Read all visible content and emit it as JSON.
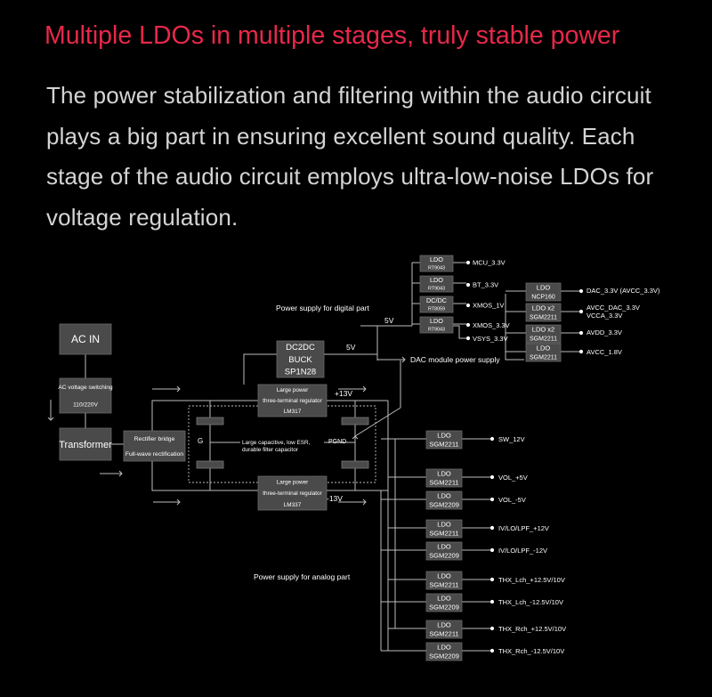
{
  "colors": {
    "accent": "#e8284a",
    "background": "#000000",
    "body_text": "#d4d4d4",
    "box_fill": "#4a4a4a",
    "line": "#bdbdbd"
  },
  "heading": "Multiple LDOs in multiple stages, truly stable power",
  "paragraph": "The power stabilization and filtering within the audio circuit plays a big part in ensuring excellent sound quality. Each stage of the audio circuit employs ultra-low-noise LDOs for voltage regulation.",
  "diagram": {
    "ac_in": "AC IN",
    "ac_switch": [
      "AC voltage switching",
      "110/220V"
    ],
    "transformer": "Transformer",
    "rectifier": [
      "Rectifier bridge",
      "Full-wave rectification"
    ],
    "reg_top": [
      "Large power",
      "three-terminal regulator",
      "LM317"
    ],
    "reg_bottom": [
      "Large power",
      "three-terminal regulator",
      "LM337"
    ],
    "plus13": "+13V",
    "minus13": "-13V",
    "g_label": "G",
    "pgnd_label": "PGND",
    "capacitor": [
      "Large capacitive, low ESR,",
      "durable filter capacitor"
    ],
    "dcdc": [
      "DC2DC",
      "BUCK",
      "SP1N28"
    ],
    "v5_a": "5V",
    "v5_b": "5V",
    "digital_label": "Power supply for digital part",
    "dac_module_label": "DAC module power supply",
    "analog_label": "Power supply for analog part",
    "digital": [
      {
        "top": "LDO",
        "bottom": "RT9043",
        "outputs": [
          "MCU_3.3V"
        ]
      },
      {
        "top": "LDO",
        "bottom": "RT9043",
        "outputs": [
          "BT_3.3V"
        ]
      },
      {
        "top": "DC/DC",
        "bottom": "RT8059",
        "outputs": [
          "XMOS_1V"
        ]
      },
      {
        "top": "LDO",
        "bottom": "RT9043",
        "outputs": [
          "XMOS_3.3V",
          "VSYS_3.3V"
        ]
      }
    ],
    "dac": [
      {
        "top": "LDO",
        "bottom": "NCP160",
        "outputs": [
          "DAC_3.3V (AVCC_3.3V)"
        ]
      },
      {
        "top": "LDO x2",
        "bottom": "SGM2211",
        "outputs": [
          "AVCC_DAC_3.3V",
          "VCCA_3.3V"
        ]
      },
      {
        "top": "LDO x2",
        "bottom": "SGM2211",
        "outputs": [
          "AVDD_3.3V"
        ]
      },
      {
        "top": "LDO",
        "bottom": "SGM2211",
        "outputs": [
          "AVCC_1.8V"
        ]
      }
    ],
    "analog": [
      {
        "top": "LDO",
        "bottom": "SGM2211",
        "output": "SW_12V"
      },
      {
        "top": "LDO",
        "bottom": "SGM2211",
        "output": "VOL_+5V"
      },
      {
        "top": "LDO",
        "bottom": "SGM2209",
        "output": "VOL_-5V"
      },
      {
        "top": "LDO",
        "bottom": "SGM2211",
        "output": "IV/LO/LPF_+12V"
      },
      {
        "top": "LDO",
        "bottom": "SGM2209",
        "output": "IV/LO/LPF_-12V"
      },
      {
        "top": "LDO",
        "bottom": "SGM2211",
        "output": "THX_Lch_+12.5V/10V"
      },
      {
        "top": "LDO",
        "bottom": "SGM2209",
        "output": "THX_Lch_-12.5V/10V"
      },
      {
        "top": "LDO",
        "bottom": "SGM2211",
        "output": "THX_Rch_+12.5V/10V"
      },
      {
        "top": "LDO",
        "bottom": "SGM2209",
        "output": "THX_Rch_-12.5V/10V"
      }
    ]
  }
}
